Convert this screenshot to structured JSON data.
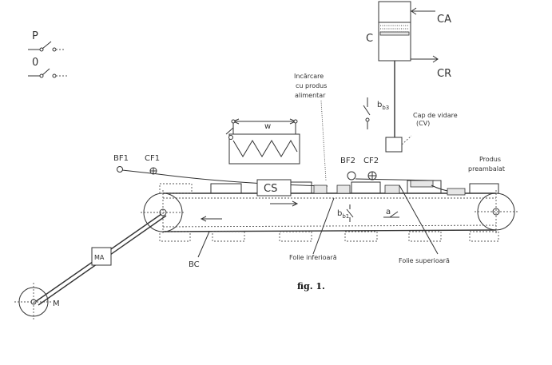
{
  "labels": {
    "switch_p": "P",
    "switch_o": "0",
    "cylinder": "C",
    "ca": "CA",
    "cr": "CR",
    "b3": "b3",
    "vacuum_head_1": "Cap de vidare",
    "vacuum_head_2": "(CV)",
    "product_insert_1": "Incărcare",
    "product_insert_2": "cu produs",
    "product_insert_3": "alimentar",
    "w": "w",
    "bf1": "BF1",
    "cf1": "CF1",
    "bf2": "BF2",
    "cf2": "CF2",
    "cs": "CS",
    "b1": "b1",
    "a": "a",
    "packaged_1": "Produs",
    "packaged_2": "preambalat",
    "ma": "MA",
    "m": "M",
    "bc": "BC",
    "lower_foil": "Folie inferioară",
    "upper_foil": "Folie superioară",
    "caption": "fig. 1."
  }
}
